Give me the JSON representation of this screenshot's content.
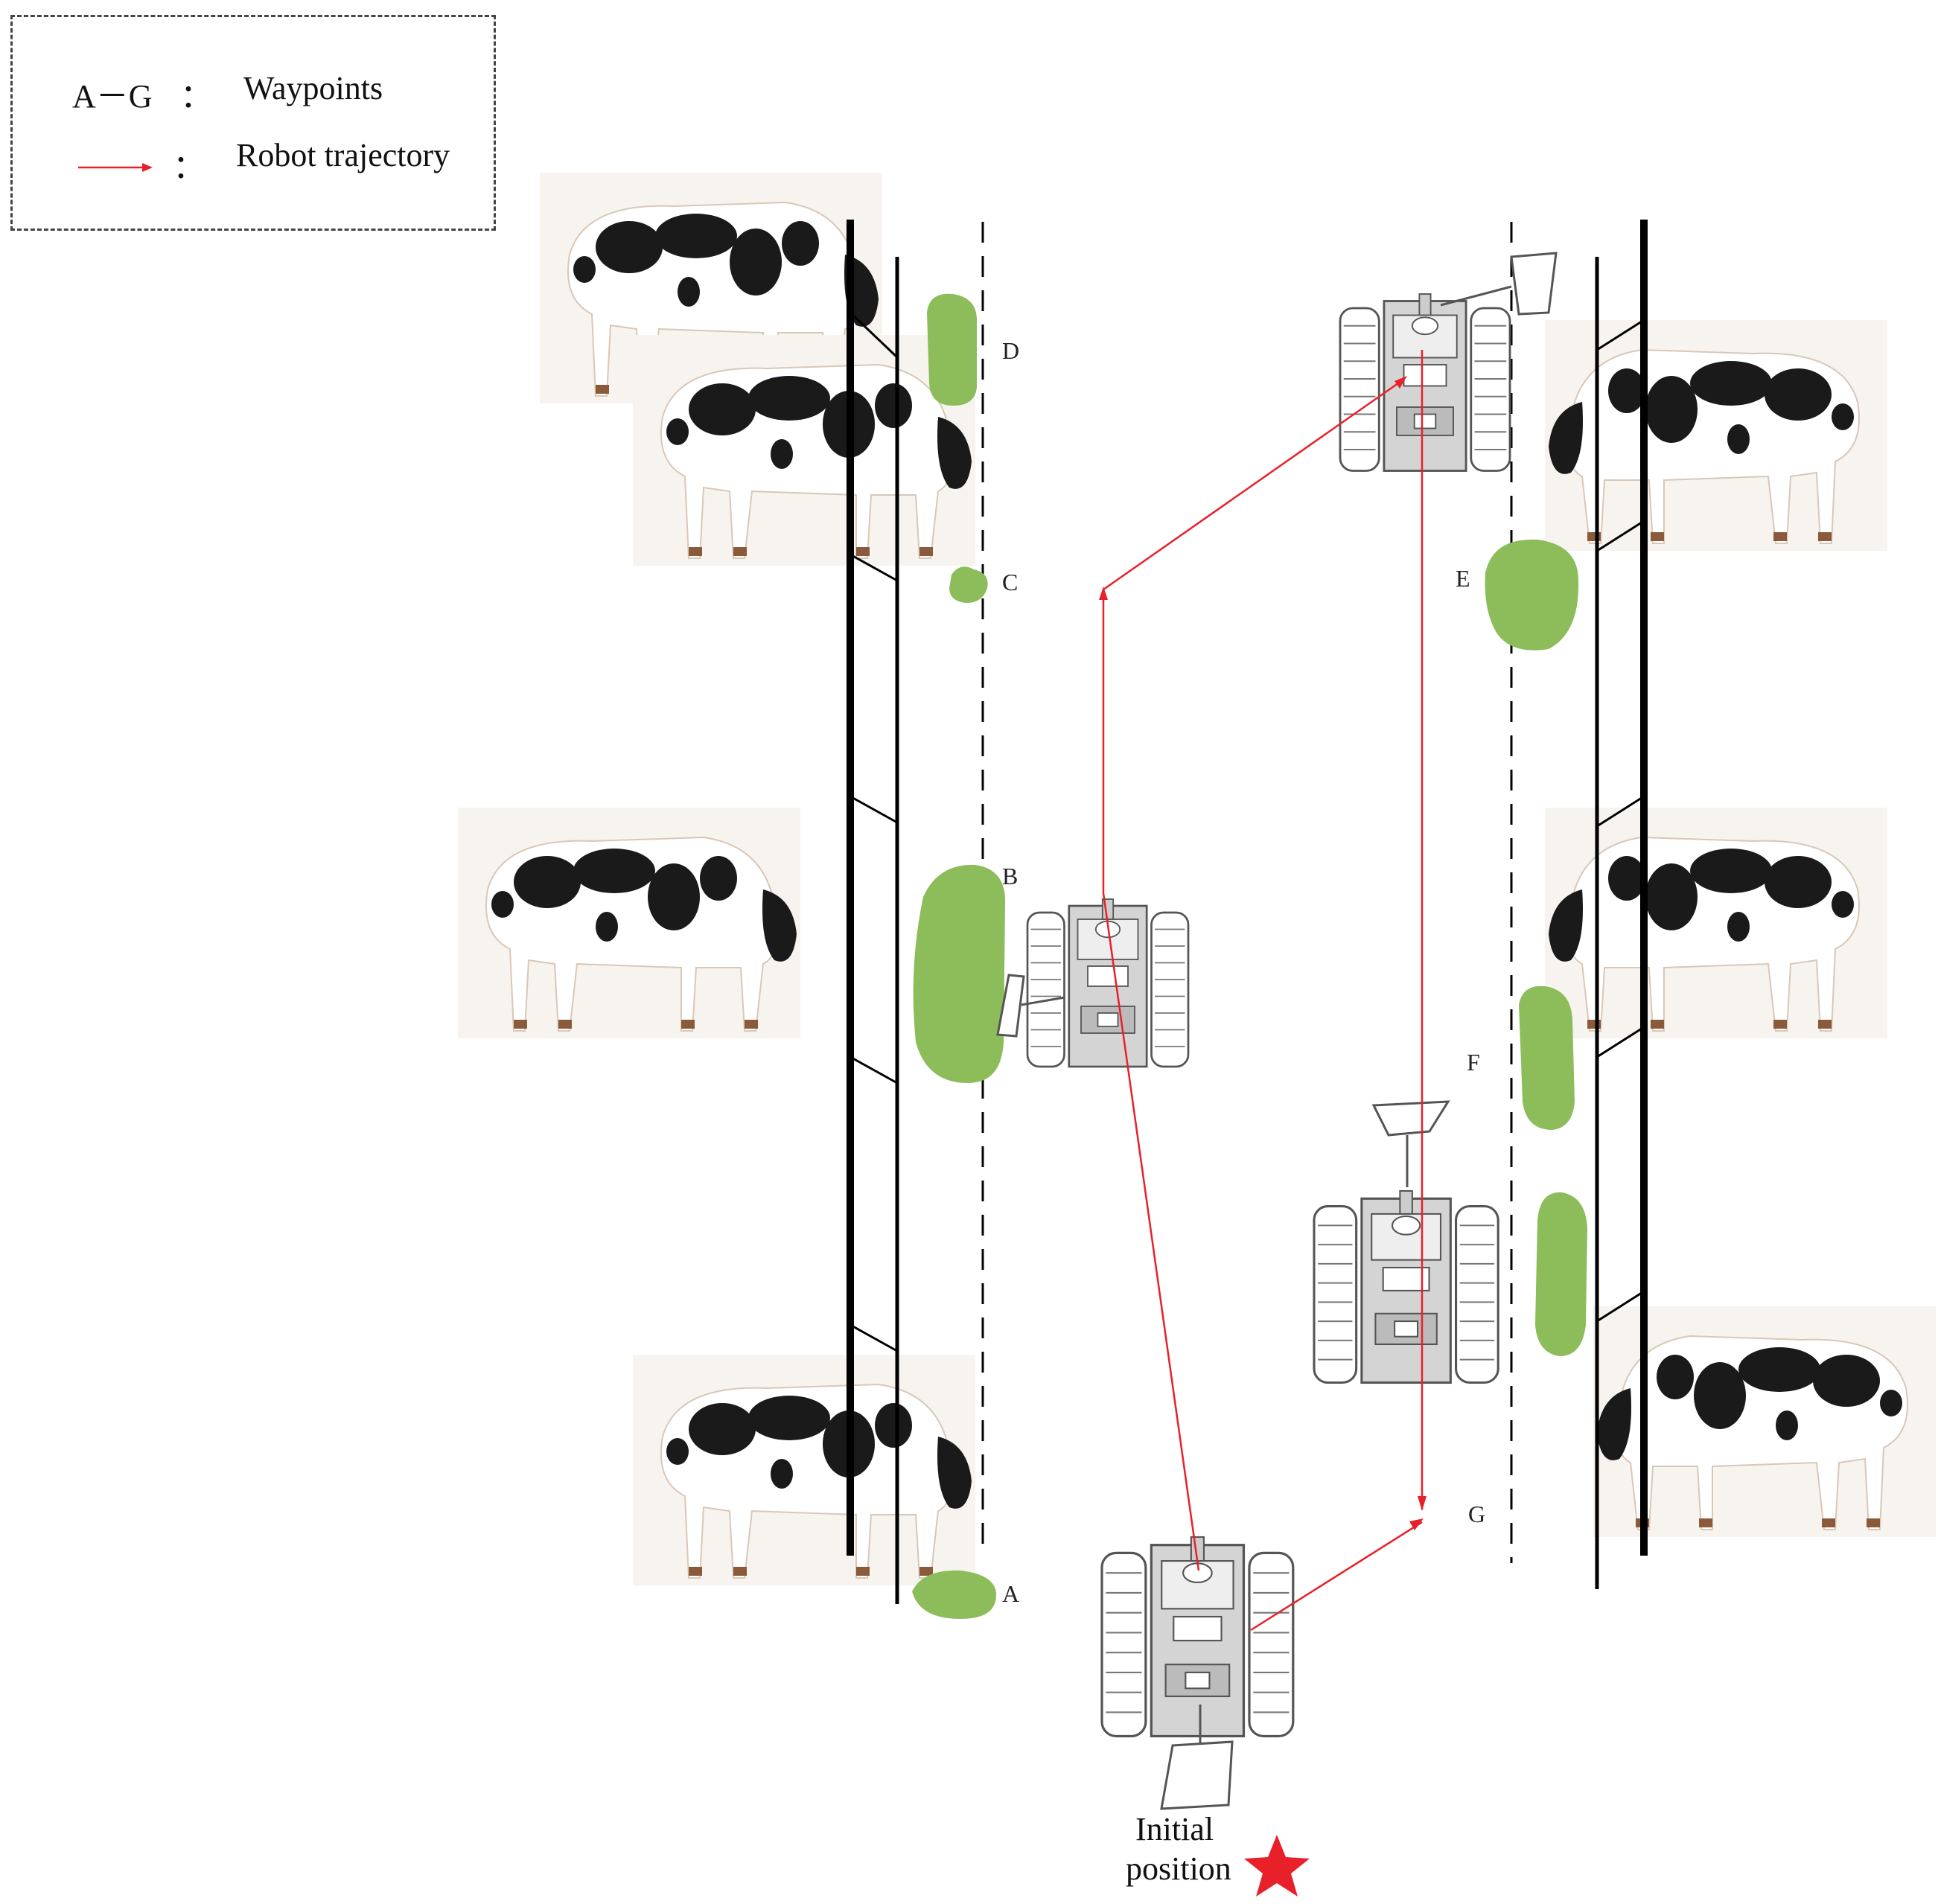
{
  "legend": {
    "waypoints_key": "A－G",
    "colon": "：",
    "waypoints_label": "Waypoints",
    "trajectory_label": "Robot trajectory",
    "trajectory_color": "#e8202a"
  },
  "waypoints": [
    "A",
    "B",
    "C",
    "D",
    "E",
    "F",
    "G"
  ],
  "initial_position": {
    "line1": "Initial",
    "line2": "position",
    "marker": "star",
    "marker_color": "#e8202a"
  },
  "colors": {
    "feed": "#8cbd5a",
    "fence": "#000000",
    "robot_body": "#c8c8c8",
    "robot_outline": "#555555"
  },
  "icons": [
    "cow-image",
    "feed-pile",
    "robot-icon",
    "pusher-blade",
    "star-icon"
  ]
}
